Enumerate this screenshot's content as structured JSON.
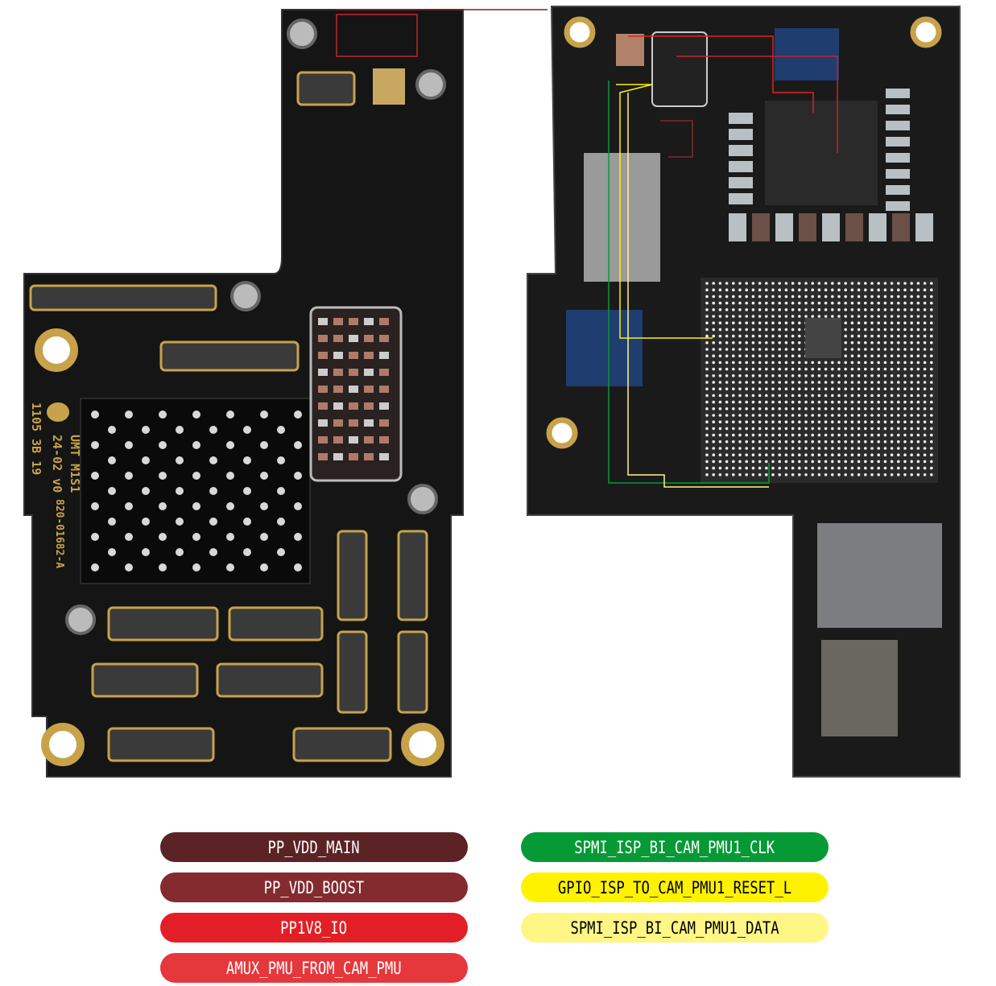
{
  "silkscreen": {
    "line1": "UMT M1S1",
    "line2": "24-02 v0",
    "line3": "1105 3B 19",
    "line4": "820-01682-A"
  },
  "legend": [
    {
      "label": "PP_VDD_MAIN",
      "color": "#5b2326",
      "text_color": "#ffffff"
    },
    {
      "label": "PP_VDD_BOOST",
      "color": "#832b2f",
      "text_color": "#ffffff"
    },
    {
      "label": "PP1V8_IO",
      "color": "#e21f26",
      "text_color": "#ffffff"
    },
    {
      "label": "AMUX_PMU_FROM_CAM_PMU",
      "color": "#e5383d",
      "text_color": "#ffffff"
    },
    {
      "label": "SPMI_ISP_BI_CAM_PMU1_CLK",
      "color": "#069a36",
      "text_color": "#ffffff"
    },
    {
      "label": "GPIO_ISP_TO_CAM_PMU1_RESET_L",
      "color": "#fff200",
      "text_color": "#000000"
    },
    {
      "label": "SPMI_ISP_BI_CAM_PMU1_DATA",
      "color": "#fff685",
      "text_color": "#000000"
    }
  ]
}
